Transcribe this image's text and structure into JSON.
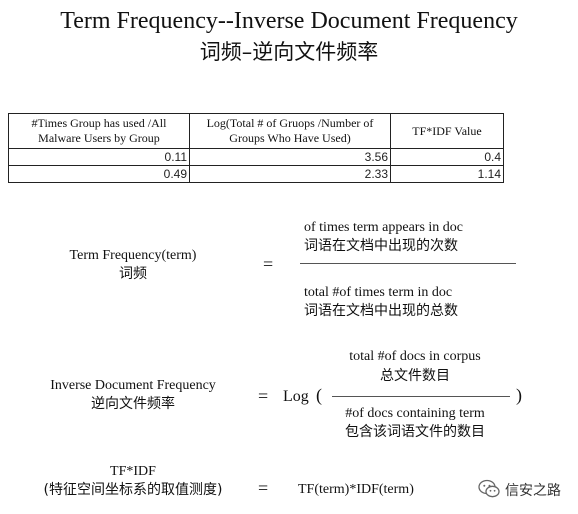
{
  "title": {
    "en": "Term Frequency--Inverse Document Frequency",
    "zh": "词频–逆向文件频率"
  },
  "table": {
    "headers": [
      "#Times Group has used /All Malware Users by Group",
      "Log(Total # of Gruops /Number of Groups Who Have Used)",
      "TF*IDF Value"
    ],
    "rows": [
      [
        "0.11",
        "3.56",
        "0.4"
      ],
      [
        "0.49",
        "2.33",
        "1.14"
      ]
    ]
  },
  "tf": {
    "label_en": "Term Frequency(term)",
    "label_zh": "词频",
    "equals": "=",
    "numerator_en": "of times term appears in doc",
    "numerator_zh": "词语在文档中出现的次数",
    "denominator_en": "total #of times term  in doc",
    "denominator_zh": "词语在文档中出现的总数"
  },
  "idf": {
    "label_en": "Inverse Document Frequency",
    "label_zh": "逆向文件频率",
    "equals": "=",
    "log": "Log",
    "open_paren": "(",
    "close_paren": ")",
    "numerator_en": "total #of docs in corpus",
    "numerator_zh": "总文件数目",
    "denominator_en": "#of docs containing term",
    "denominator_zh": "包含该词语文件的数目"
  },
  "tfidf": {
    "label_en": "TF*IDF",
    "label_zh": "(特征空间坐标系的取值测度)",
    "equals": "=",
    "formula": "TF(term)*IDF(term)"
  },
  "watermark": {
    "icon": "wechat-icon",
    "text": "信安之路"
  }
}
